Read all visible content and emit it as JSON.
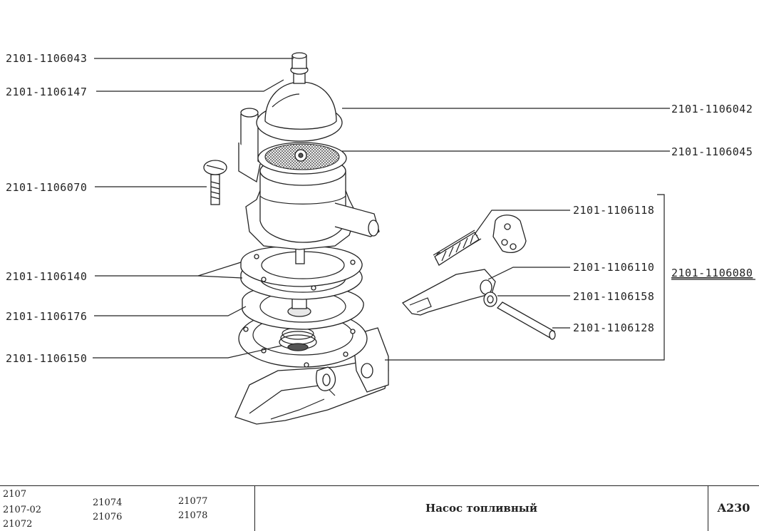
{
  "callouts": {
    "p1": "2101-1106043",
    "p2": "2101-1106147",
    "p3": "2101-1106070",
    "p4": "2101-1106140",
    "p5": "2101-1106176",
    "p6": "2101-1106150",
    "p7": "2101-1106042",
    "p8": "2101-1106045",
    "p9": "2101-1106118",
    "p10": "2101-1106110",
    "p11": "2101-1106158",
    "p12": "2101-1106128",
    "p13": "2101-1106080"
  },
  "footer": {
    "models": [
      "2107",
      "2107-02",
      "21072",
      "21074",
      "21076",
      "21077",
      "21078"
    ],
    "title": "Насос топливный",
    "code": "A230"
  }
}
